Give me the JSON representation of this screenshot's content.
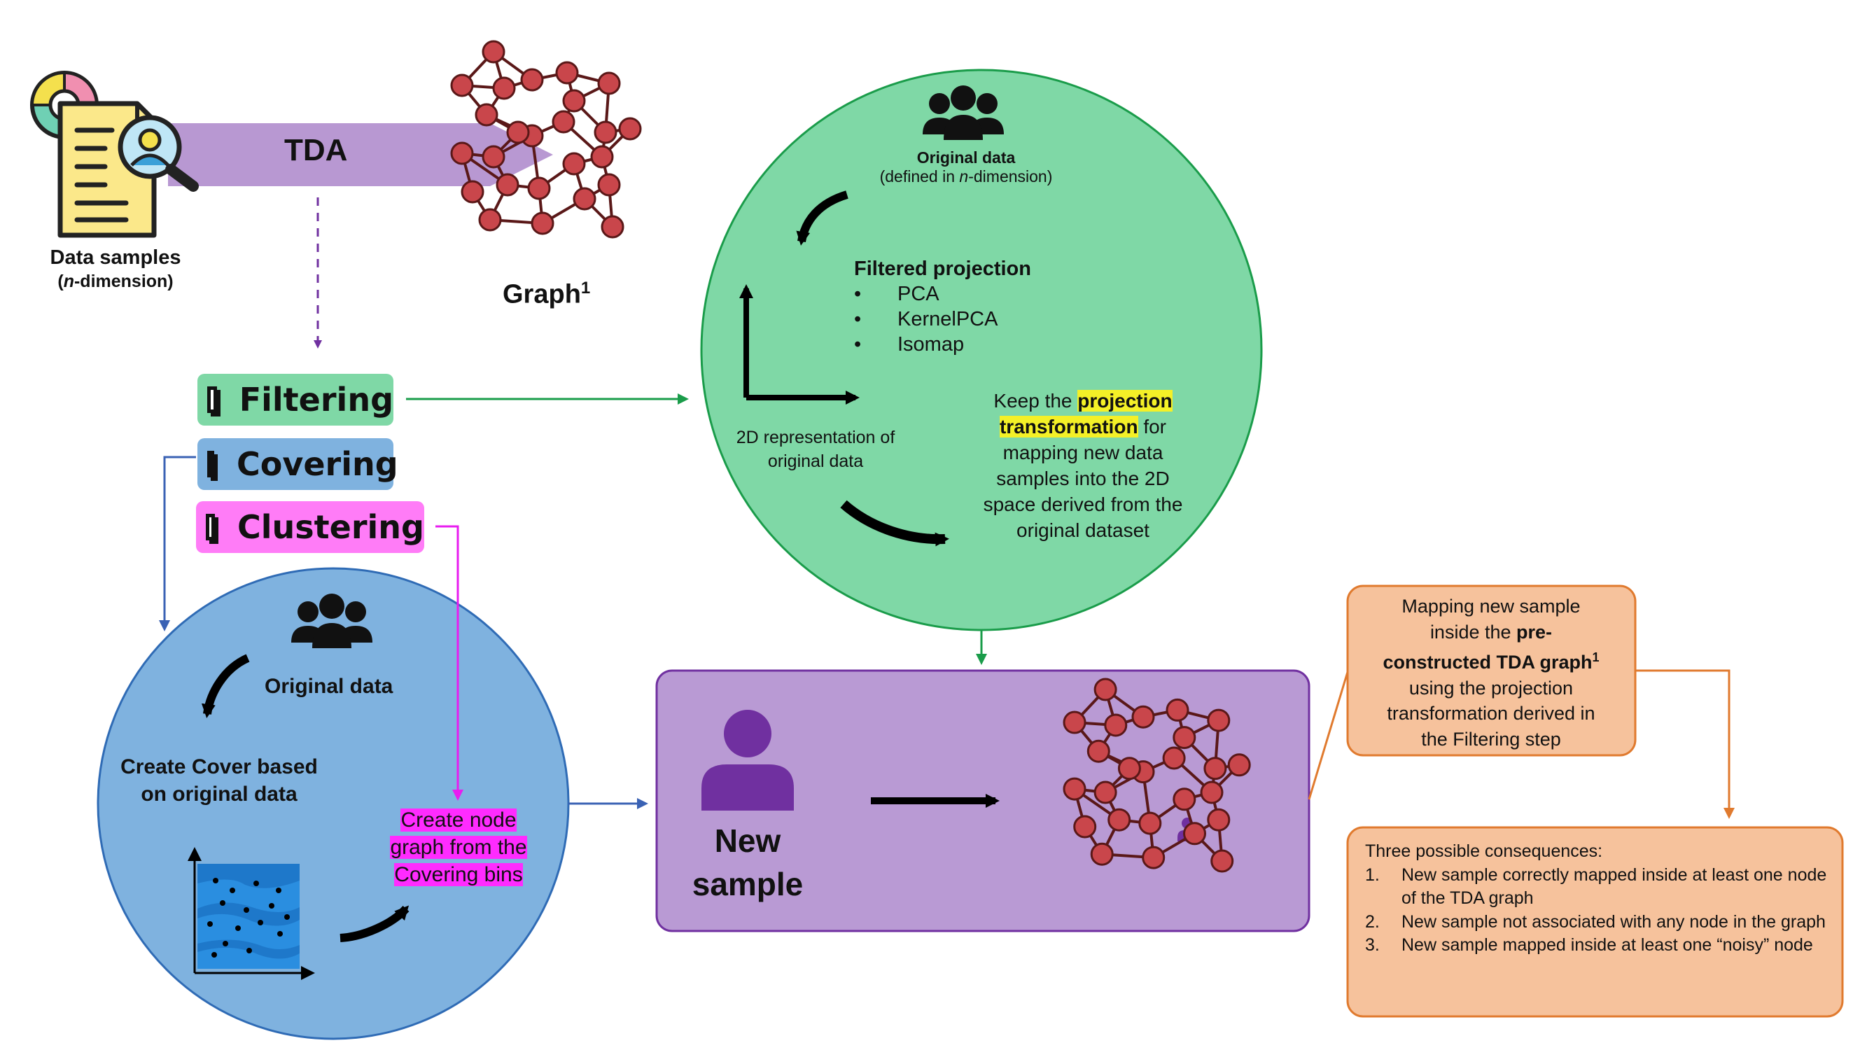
{
  "top": {
    "data_samples_label": "Data samples",
    "data_samples_sub_n": "n",
    "data_samples_sub_rest": "-dimension)",
    "tda_label": "TDA",
    "graph_label": "Graph",
    "graph_sup": "1"
  },
  "steps": {
    "filtering": "Filtering",
    "covering": "Covering",
    "clustering": "Clustering"
  },
  "green_circle": {
    "original_data": "Original data",
    "defined_pre": "(defined in ",
    "defined_n": "n",
    "defined_post": "-dimension)",
    "filtered_projection": "Filtered projection",
    "methods": [
      "PCA",
      "KernelPCA",
      "Isomap"
    ],
    "rep_2d_line1": "2D representation of",
    "rep_2d_line2": "original data",
    "keep_pre": "Keep the ",
    "keep_hl1": "projection",
    "keep_hl2": "transformation",
    "keep_post": " for mapping new data samples into the 2D space derived from the original dataset"
  },
  "blue_circle": {
    "original_data": "Original data",
    "create_cover": "Create Cover based on original data",
    "create_node_line1": "Create node",
    "create_node_line2": "graph from the",
    "create_node_line3": "Covering bins"
  },
  "new_sample": {
    "line1": "New",
    "line2": "sample"
  },
  "mapping_box": {
    "line1": "Mapping new sample",
    "line2_pre": "inside the ",
    "line2_bold": "pre-",
    "line3_bold": "constructed TDA graph",
    "line3_sup": "1",
    "line4": "using the projection",
    "line5": "transformation derived in",
    "line6": "the Filtering step"
  },
  "consequences_box": {
    "title": "Three possible consequences:",
    "items": [
      {
        "num": "1.",
        "text": "New sample correctly mapped inside at least one node of the TDA graph"
      },
      {
        "num": "2.",
        "text": "New sample not associated with any node in the graph"
      },
      {
        "num": "3.",
        "text": "New sample mapped inside at least one “noisy” node"
      }
    ]
  },
  "colors": {
    "filtering_bg": "#7fd8a6",
    "covering_bg": "#7fb2df",
    "clustering_bg": "#ff7cf7",
    "green_circle": "#7fd8a6",
    "blue_circle": "#7fb2df",
    "purple_box": "#b99ad4",
    "orange_box": "#f6c29c",
    "node_red": "#c9464b",
    "edge_brown": "#5a1818",
    "tda_band": "#b898d2",
    "person_purple": "#7030a0"
  }
}
